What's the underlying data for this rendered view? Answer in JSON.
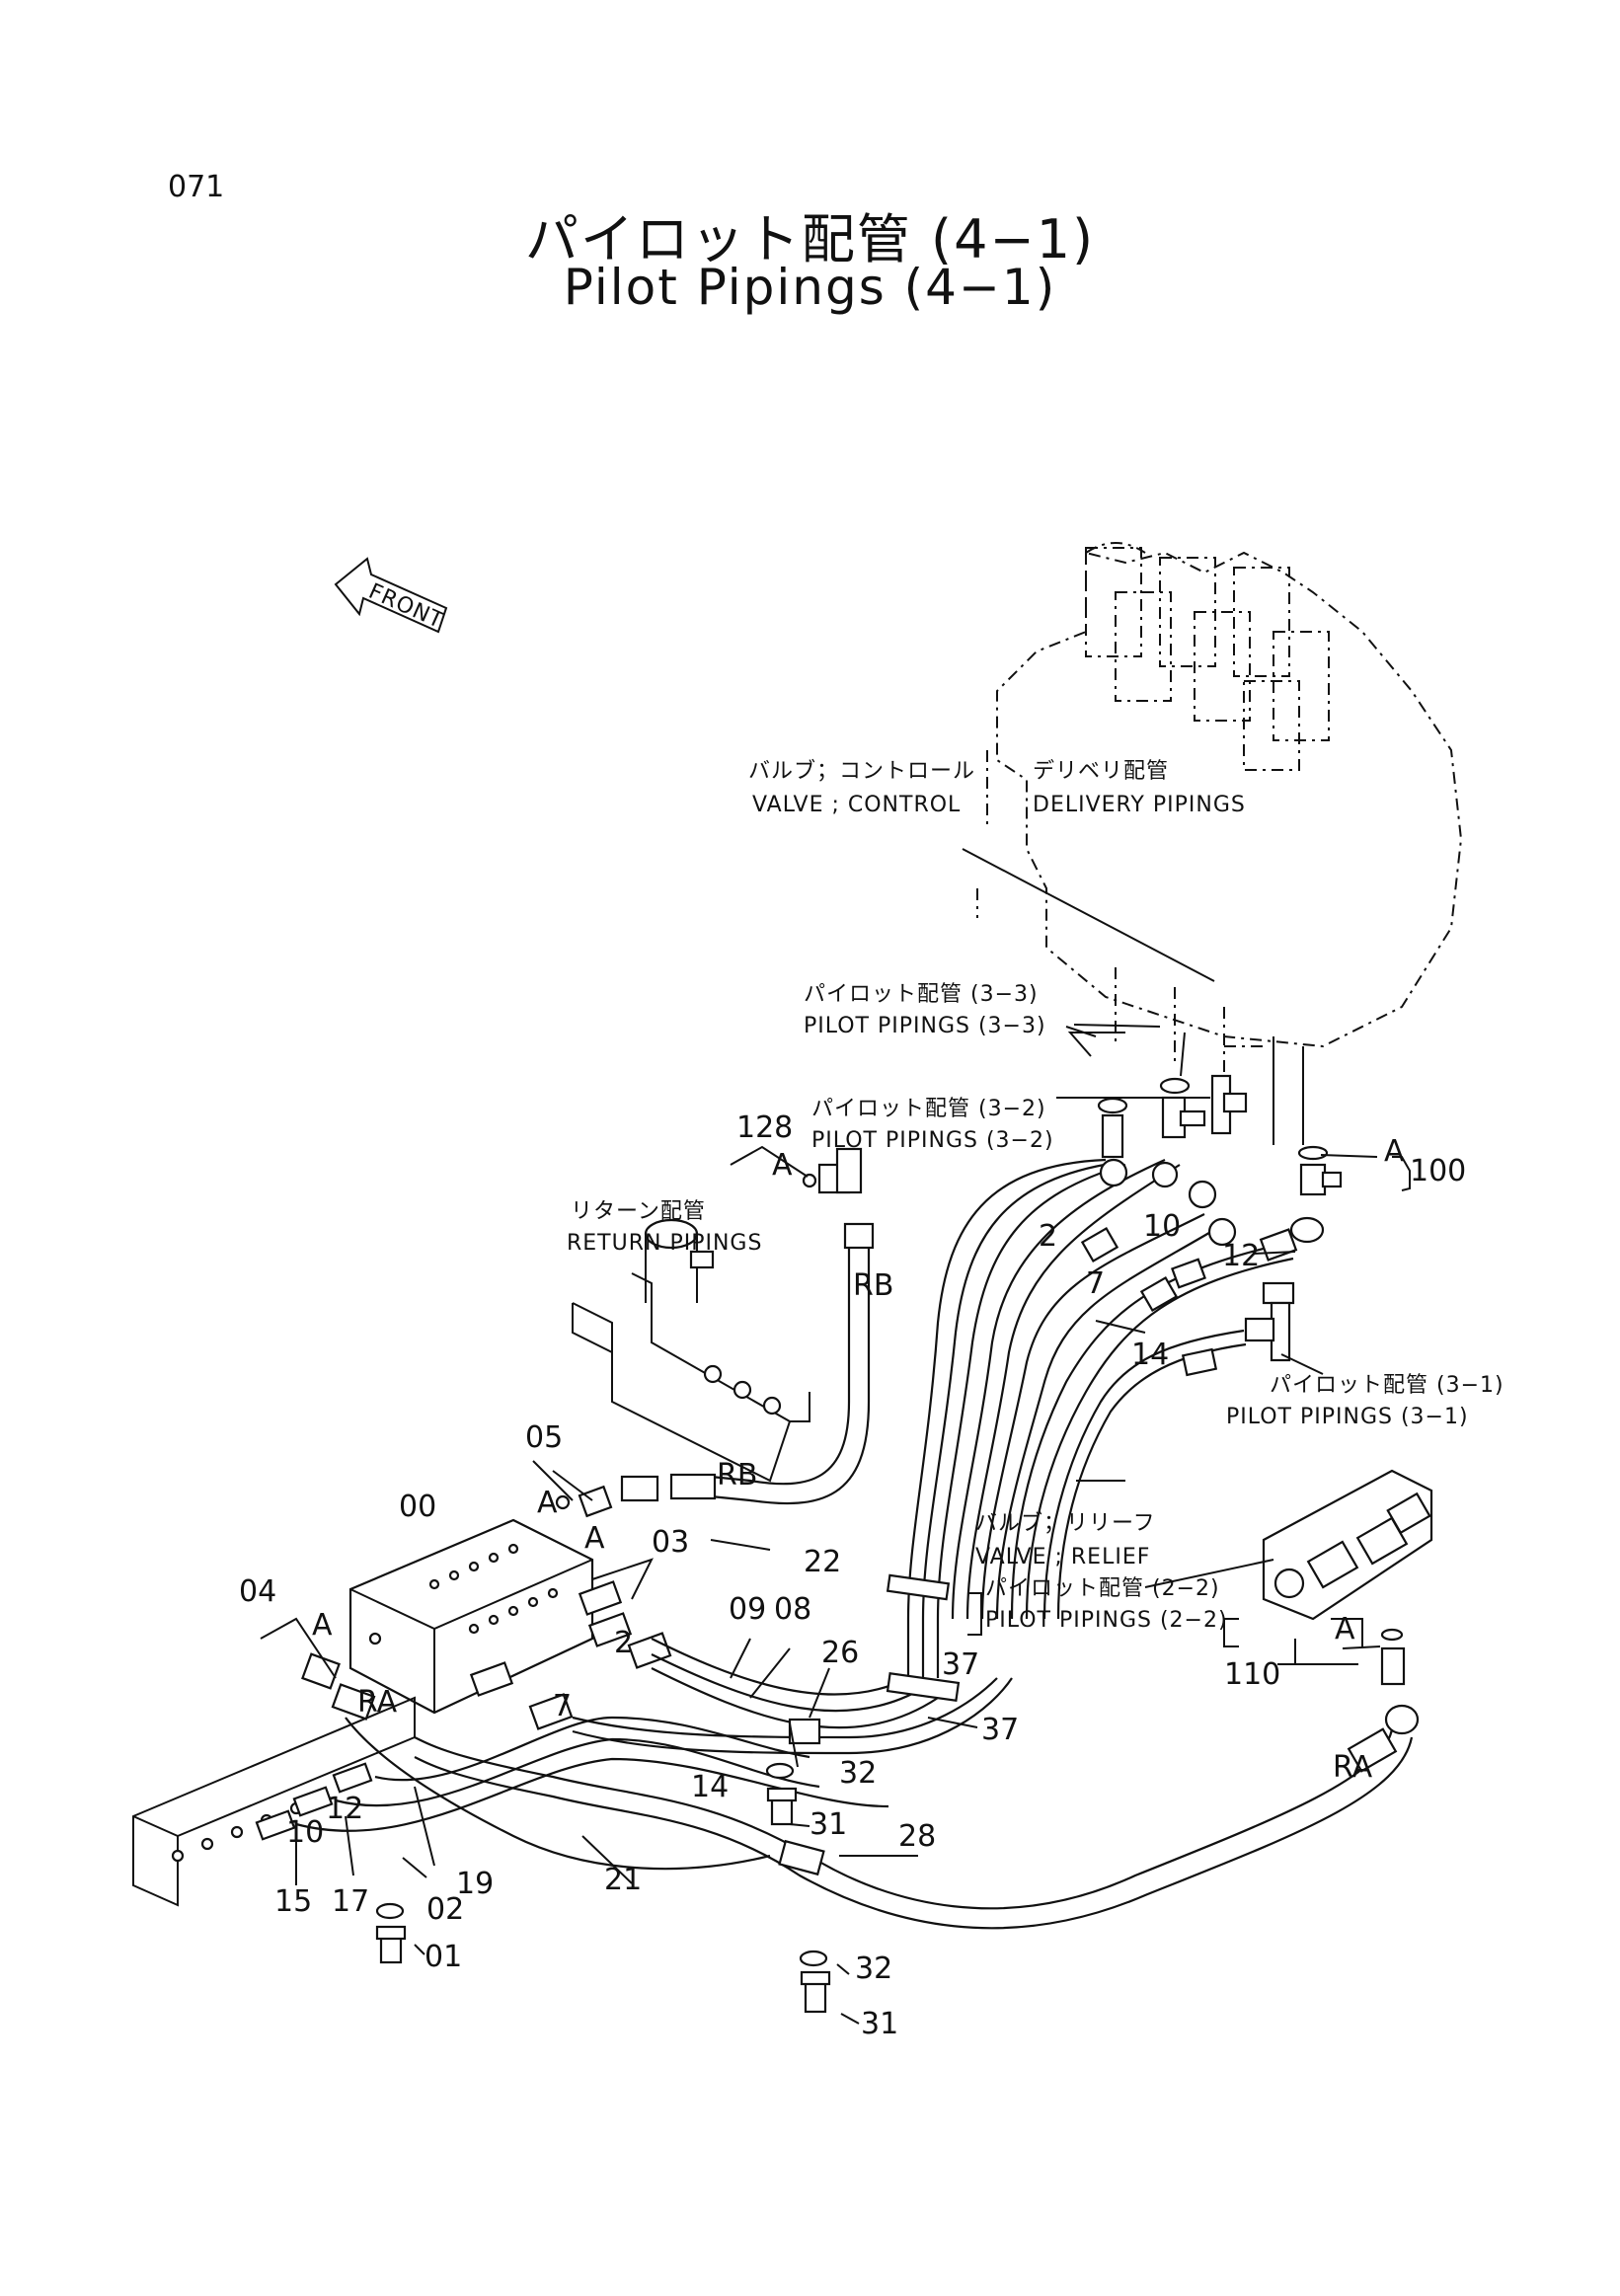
{
  "page_number": "071",
  "title_ja": "パイロット配管 (4−1)",
  "title_en": "Pilot Pipings (4−1)",
  "front_label": "FRONT",
  "callouts": {
    "valve_control_ja": "バルブ；コントロール",
    "valve_control_en": "VALVE ; CONTROL",
    "delivery_ja": "デリベリ配管",
    "delivery_en": "DELIVERY PIPINGS",
    "pilot_33_ja": "パイロット配管 (3−3)",
    "pilot_33_en": "PILOT PIPINGS (3−3)",
    "pilot_32_ja": "パイロット配管 (3−2)",
    "pilot_32_en": "PILOT PIPINGS (3−2)",
    "return_ja": "リターン配管",
    "return_en": "RETURN PIPINGS",
    "pilot_31_ja": "パイロット配管 (3−1)",
    "pilot_31_en": "PILOT PIPINGS (3−1)",
    "valve_relief_ja": "バルブ；リリーフ",
    "valve_relief_en": "VALVE ; RELIEF",
    "pilot_22_ja": "パイロット配管 (2−2)",
    "pilot_22_en": "PILOT PIPINGS (2−2)"
  },
  "port_labels": [
    "A",
    "A",
    "A",
    "A",
    "A",
    "A",
    "RB",
    "RB",
    "RA",
    "RA"
  ],
  "part_numbers": [
    "128",
    "100",
    "2",
    "10",
    "12",
    "7",
    "14",
    "05",
    "00",
    "03",
    "04",
    "22",
    "09",
    "08",
    "26",
    "37",
    "37",
    "32",
    "31",
    "14",
    "12",
    "10",
    "15",
    "17",
    "19",
    "02",
    "01",
    "21",
    "28",
    "32",
    "31",
    "110",
    "2",
    "7"
  ]
}
